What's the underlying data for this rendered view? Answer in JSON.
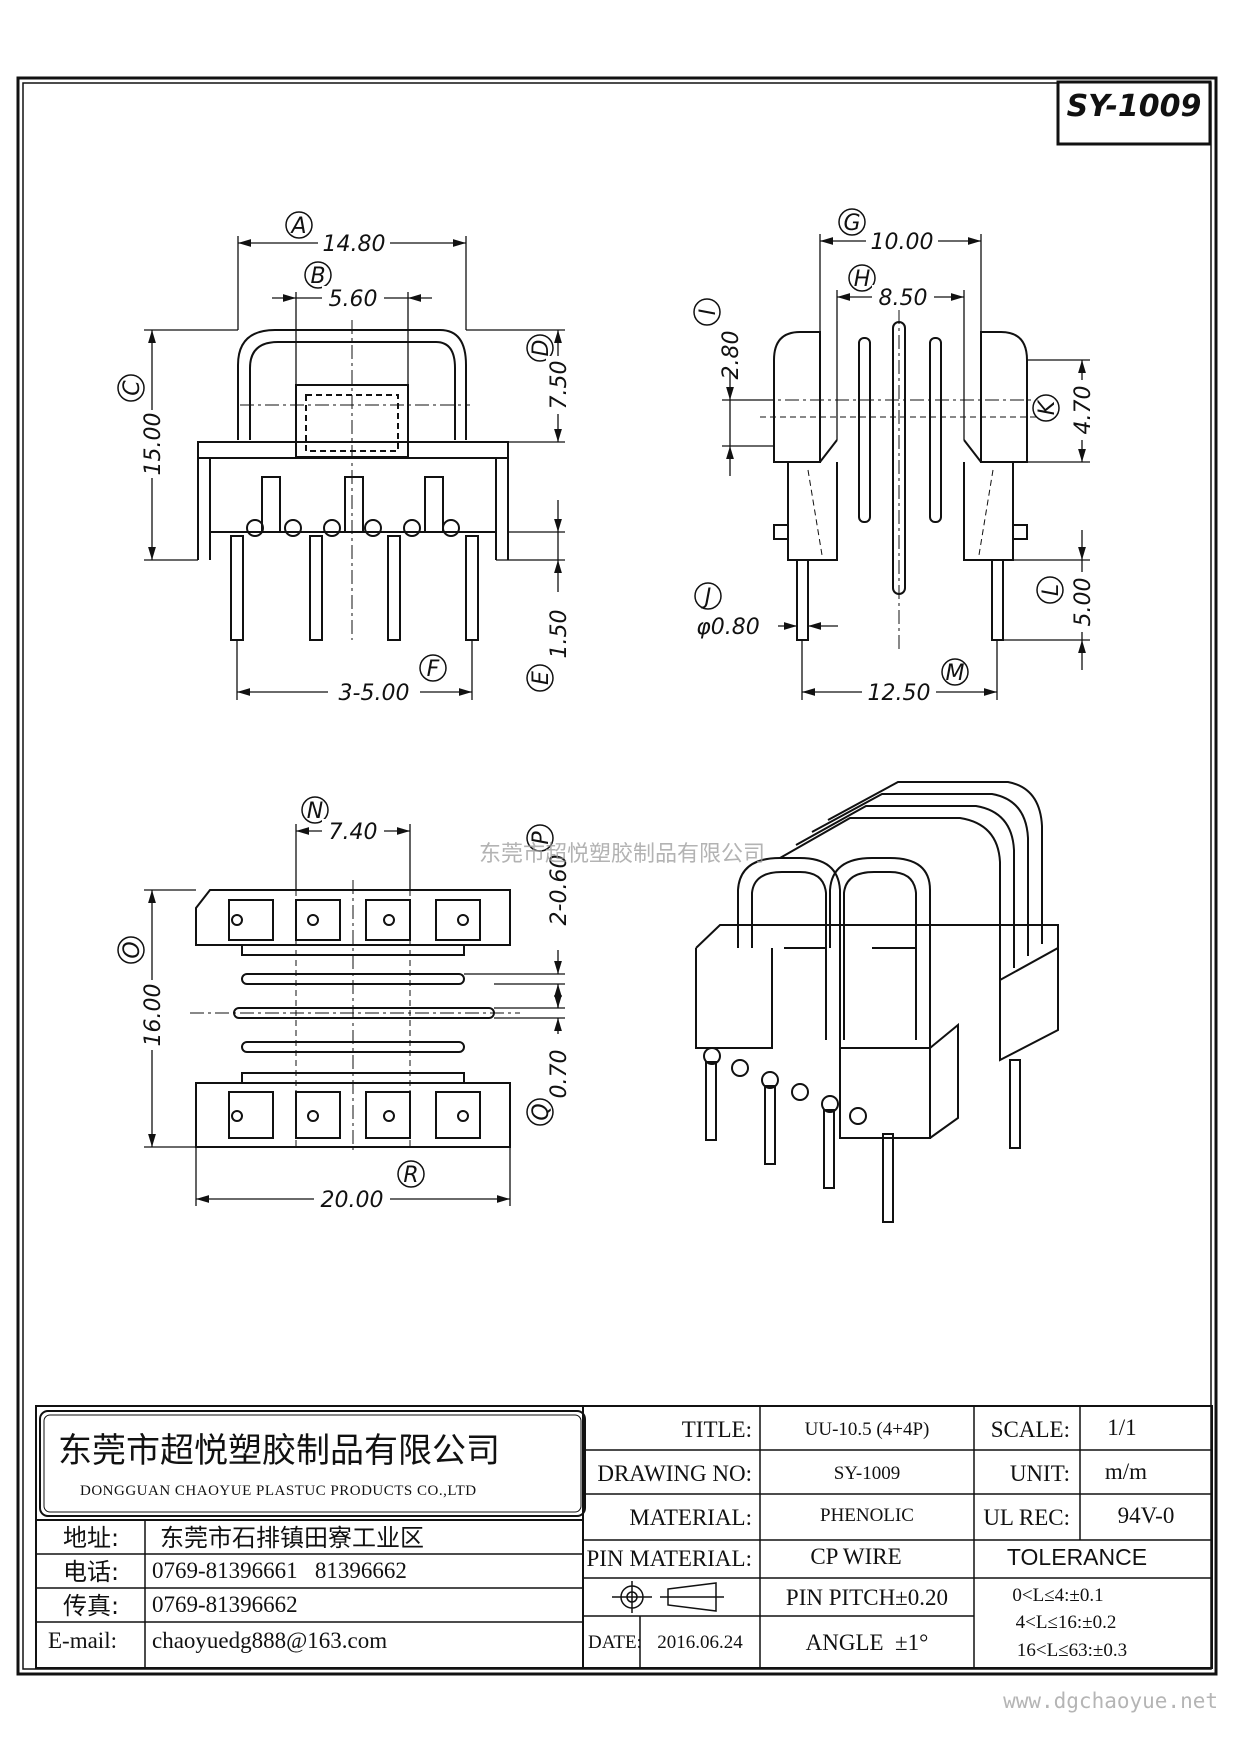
{
  "part_no": "SY-1009",
  "watermark": "东莞市超悦塑胶制品有限公司",
  "website": "www.dgchaoyue.net",
  "dims": {
    "A": {
      "letter": "A",
      "value": "14.80"
    },
    "B": {
      "letter": "B",
      "value": "5.60"
    },
    "C": {
      "letter": "C",
      "value": "15.00"
    },
    "D": {
      "letter": "D",
      "value": "7.50"
    },
    "E": {
      "letter": "E",
      "value": "1.50"
    },
    "F": {
      "letter": "F",
      "value": "3-5.00"
    },
    "G": {
      "letter": "G",
      "value": "10.00"
    },
    "H": {
      "letter": "H",
      "value": "8.50"
    },
    "I": {
      "letter": "I",
      "value": "2.80"
    },
    "J": {
      "letter": "J",
      "value": "φ0.80"
    },
    "K": {
      "letter": "K",
      "value": "4.70"
    },
    "L": {
      "letter": "L",
      "value": "5.00"
    },
    "M": {
      "letter": "M",
      "value": "12.50"
    },
    "N": {
      "letter": "N",
      "value": "7.40"
    },
    "O": {
      "letter": "O",
      "value": "16.00"
    },
    "P": {
      "letter": "P",
      "value": "2-0.60"
    },
    "Q": {
      "letter": "Q",
      "value": "0.70"
    },
    "R": {
      "letter": "R",
      "value": "20.00"
    }
  },
  "company": {
    "name_cn": "东莞市超悦塑胶制品有限公司",
    "name_en": "DONGGUAN CHAOYUE PLASTUC PRODUCTS CO.,LTD"
  },
  "contact": {
    "address_label": "地址:",
    "address": "东莞市石排镇田寮工业区",
    "phone_label": "电话:",
    "phone": "0769-81396661   81396662",
    "fax_label": "传真:",
    "fax": "0769-81396662",
    "email_label": "E-mail:",
    "email": "chaoyuedg888@163.com"
  },
  "title_block": {
    "title_label": "TITLE:",
    "title": "UU-10.5 (4+4P)",
    "drawing_no_label": "DRAWING NO:",
    "drawing_no": "SY-1009",
    "material_label": "MATERIAL:",
    "material": "PHENOLIC",
    "pin_material_label": "PIN MATERIAL:",
    "pin_material": "CP WIRE",
    "pin_pitch": "PIN PITCH±0.20",
    "date_label": "DATE:",
    "date": "2016.06.24",
    "angle": "ANGLE  ±1°",
    "scale_label": "SCALE:",
    "scale": "1/1",
    "unit_label": "UNIT:",
    "unit": "m/m",
    "ul_rec_label": "UL REC:",
    "ul_rec": "94V-0",
    "tolerance_label": "TOLERANCE",
    "tolerance_rows": [
      "0<L≤4:±0.1",
      "4<L≤16:±0.2",
      "16<L≤63:±0.3"
    ]
  }
}
